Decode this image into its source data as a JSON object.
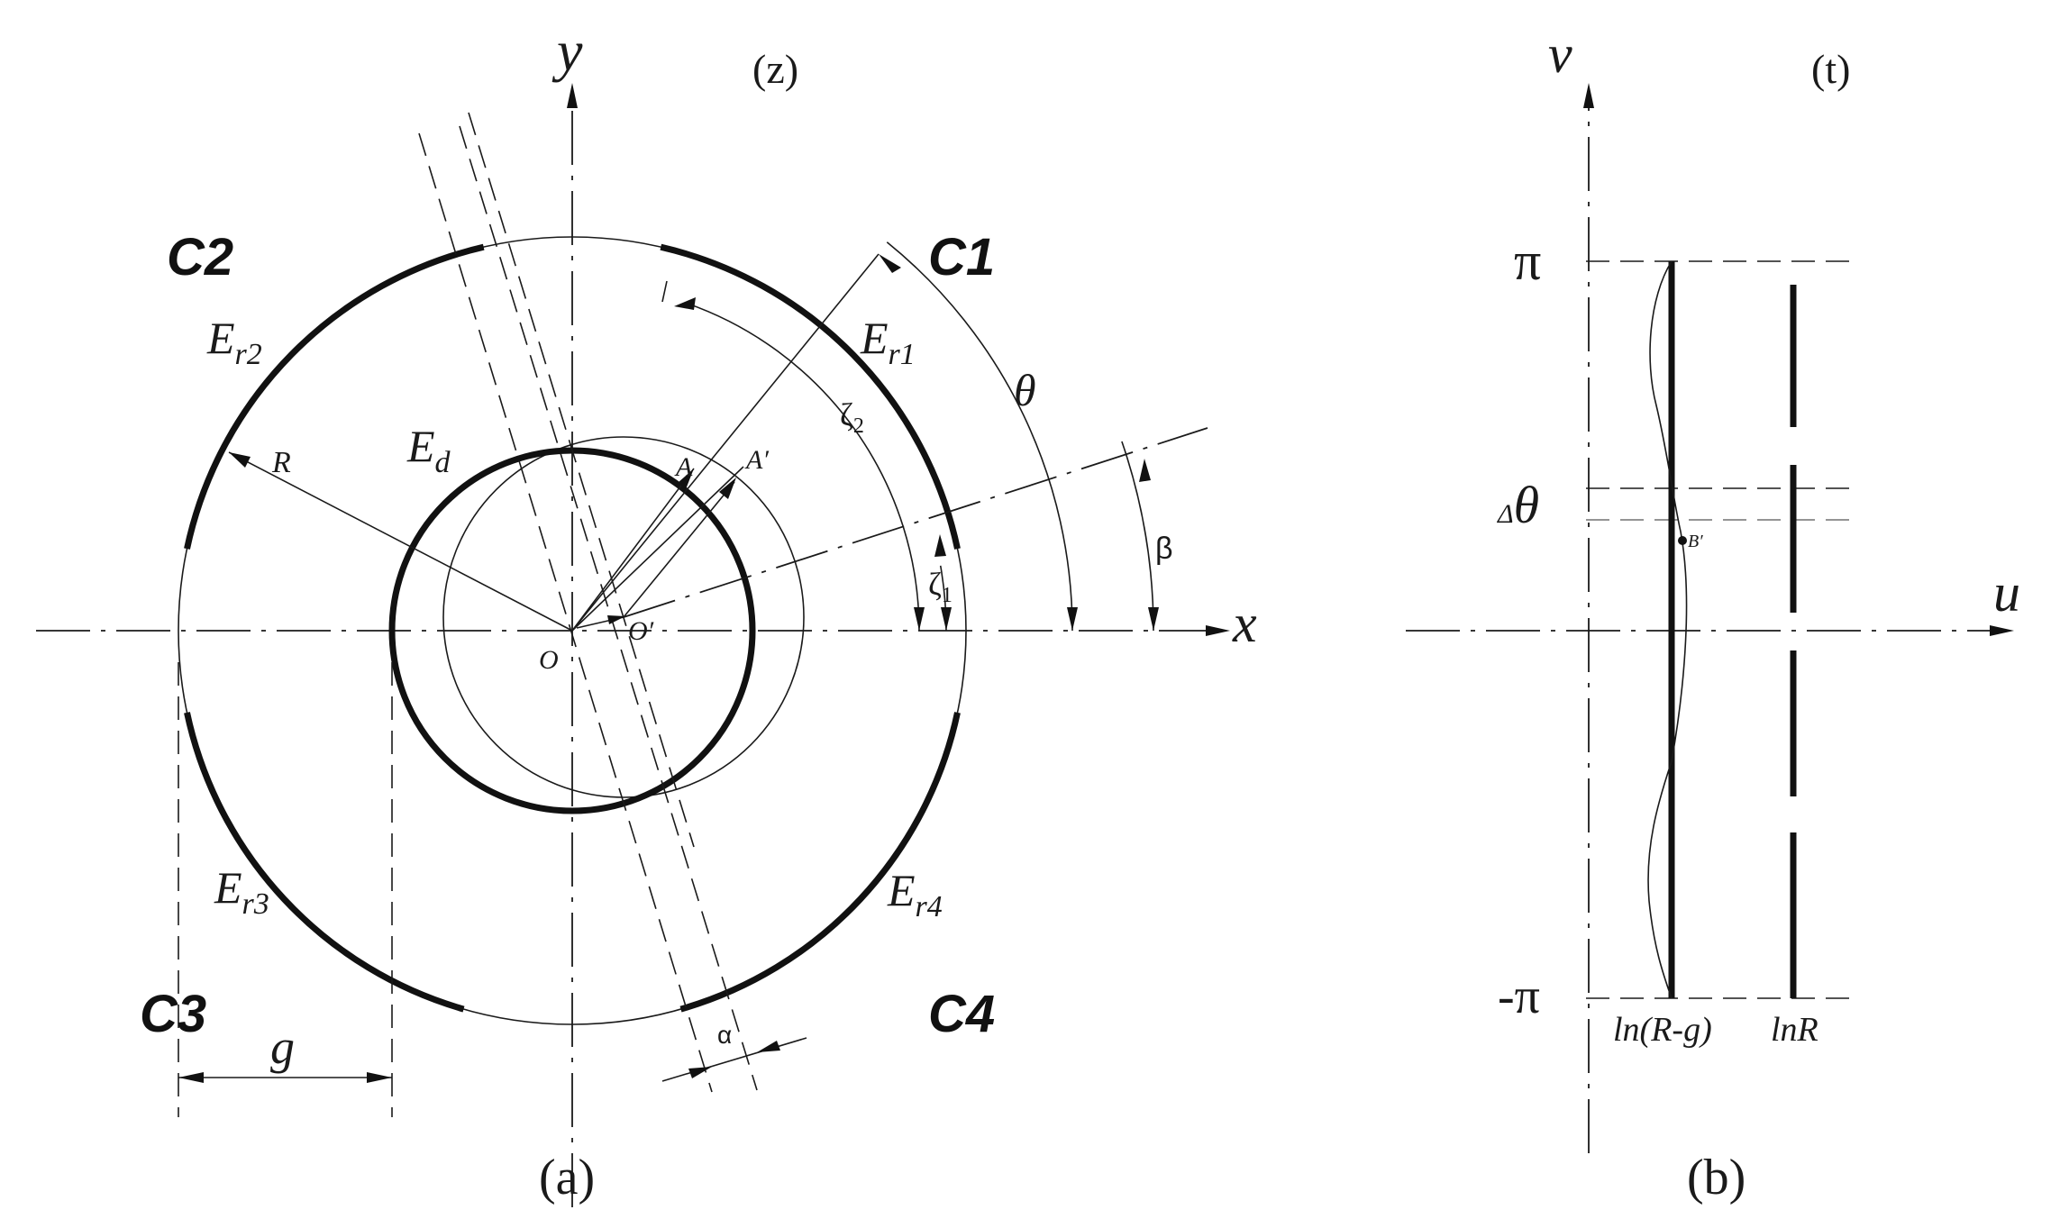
{
  "panel_a": {
    "caption": "(a)",
    "plane_label": "(z)",
    "axis_x": "x",
    "axis_y": "y",
    "origin": "O",
    "origin_shifted": "O′",
    "point_A": "A",
    "point_A_prime": "A′",
    "radius_label": "R",
    "gap_label": "g",
    "alpha_label": "α",
    "beta_label": "β",
    "theta_label": "θ",
    "zeta1": {
      "base": "ζ",
      "sub": "1"
    },
    "zeta2": {
      "base": "ζ",
      "sub": "2"
    },
    "electrode_inner": {
      "base": "E",
      "sub": "d"
    },
    "electrodes": [
      {
        "base": "E",
        "sub": "r1"
      },
      {
        "base": "E",
        "sub": "r2"
      },
      {
        "base": "E",
        "sub": "r3"
      },
      {
        "base": "E",
        "sub": "r4"
      }
    ],
    "quadrants": [
      "C1",
      "C2",
      "C3",
      "C4"
    ]
  },
  "panel_b": {
    "caption": "(b)",
    "plane_label": "(t)",
    "axis_u": "u",
    "axis_v": "v",
    "tick_pi": "π",
    "tick_minus_pi": "-π",
    "tick_delta": "Δ",
    "tick_theta": "θ",
    "point_B": "B′",
    "label_inner": "ln(R-g)",
    "label_outer": "lnR"
  }
}
